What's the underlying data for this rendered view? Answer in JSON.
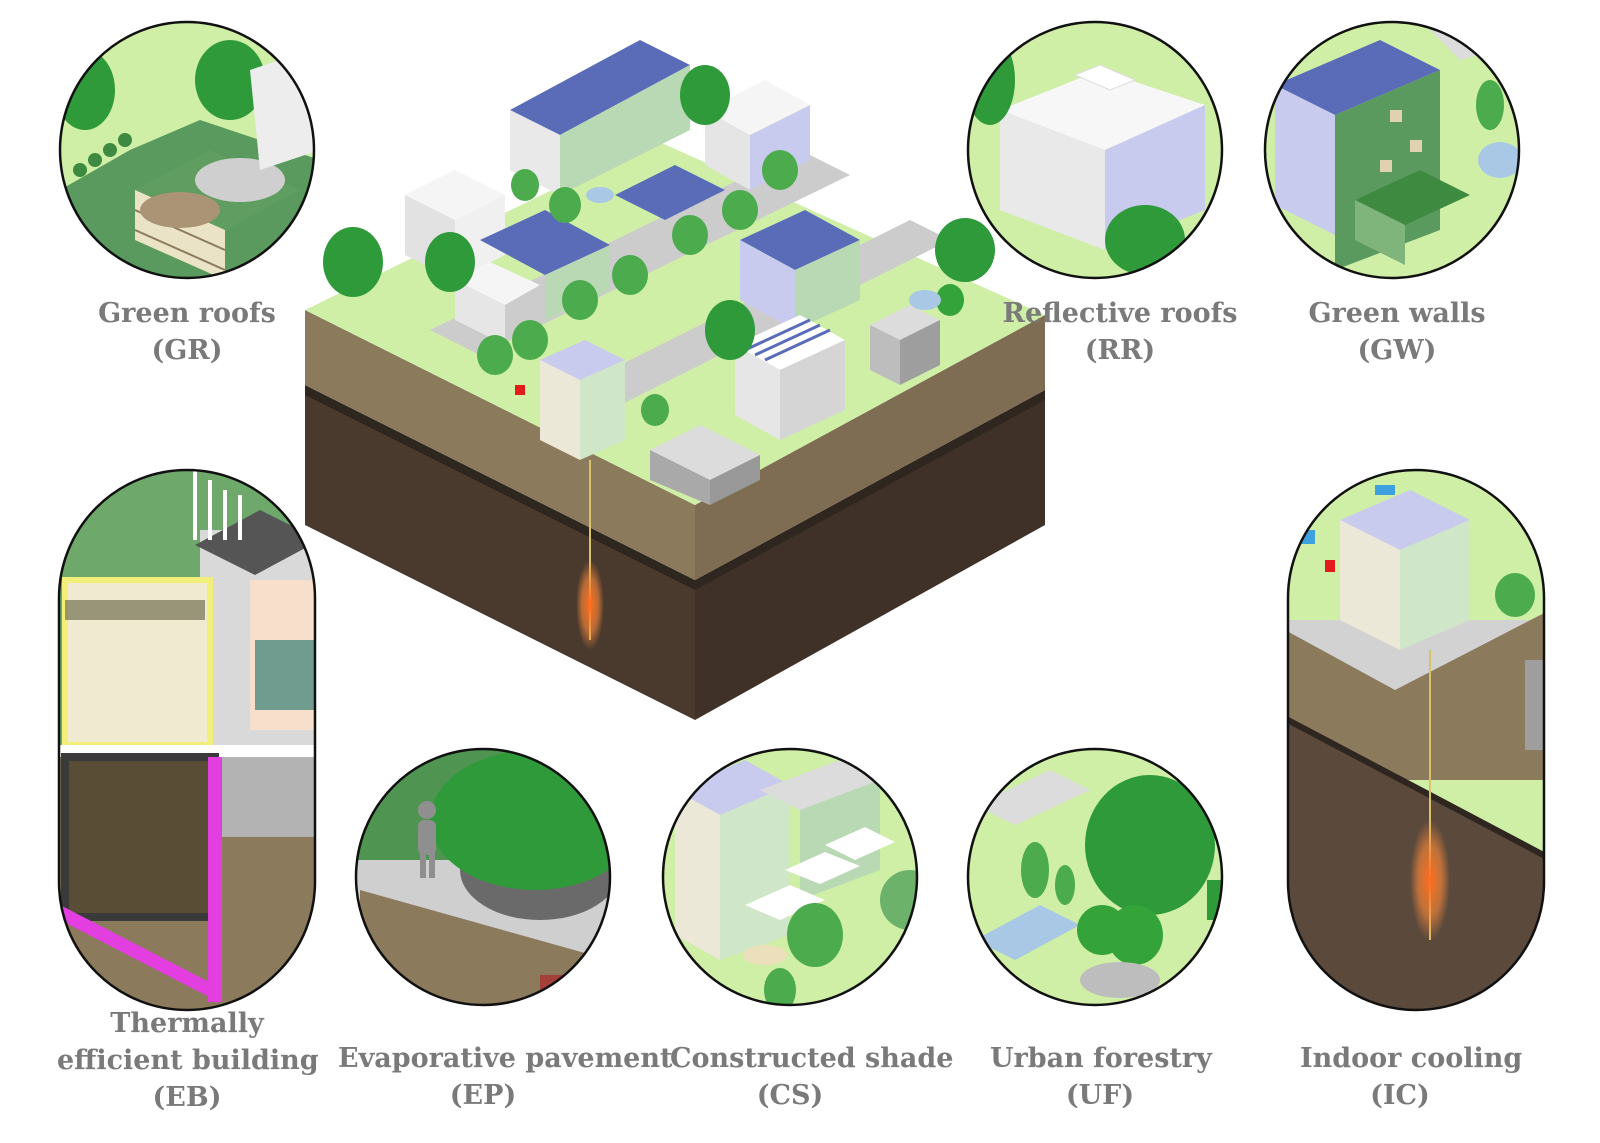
{
  "labels": {
    "gr": {
      "name": "Green roofs",
      "code": "(GR)"
    },
    "rr": {
      "name": "Reflective roofs",
      "code": "(RR)"
    },
    "gw": {
      "name": "Green walls",
      "code": "(GW)"
    },
    "eb": {
      "name_line1": "Thermally",
      "name_line2": "efficient building",
      "code": "(EB)"
    },
    "ep": {
      "name": "Evaporative pavement",
      "code": "(EP)"
    },
    "cs": {
      "name": "Constructed shade",
      "code": "(CS)"
    },
    "uf": {
      "name": "Urban forestry",
      "code": "(UF)"
    },
    "ic": {
      "name": "Indoor cooling",
      "code": "(IC)"
    }
  },
  "colors": {
    "caption": "#7a7a7a",
    "grass": "#cfeea6",
    "dark_green": "#5a9a5e",
    "tree": "#2f9a3a",
    "soil_top": "#8c7a5c",
    "soil_deep": "#5b4a3c",
    "building_white": "#f2f2f2",
    "solar": "#5a6cb8",
    "glass": "#c9cbee",
    "road": "#c8c8c8",
    "insulation_yellow": "#f2ee7a",
    "insulation_pink": "#e23ee0",
    "heat_orange": "#ff7a2a"
  },
  "icons": [
    "tree-icon",
    "solar-panel-icon",
    "building-icon",
    "person-icon",
    "car-icon",
    "heat-source-icon"
  ]
}
